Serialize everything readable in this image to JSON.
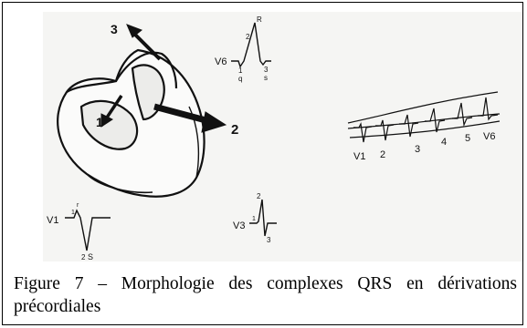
{
  "figure": {
    "caption": "Figure 7 – Morphologie des complexes QRS en dérivations précordiales",
    "heart": {
      "arrow_labels": [
        "1",
        "2",
        "3"
      ]
    },
    "v6_complex": {
      "lead": "V6",
      "labels": [
        "R",
        "2",
        "1",
        "q",
        "3",
        "s"
      ]
    },
    "precordial_strip": {
      "leads": [
        "V1",
        "2",
        "3",
        "4",
        "5",
        "V6"
      ]
    },
    "v1_complex": {
      "lead": "V1",
      "labels": [
        "r",
        "1",
        "2",
        "S"
      ]
    },
    "v3_complex": {
      "lead": "V3",
      "labels": [
        "2",
        "1",
        "3"
      ]
    }
  }
}
